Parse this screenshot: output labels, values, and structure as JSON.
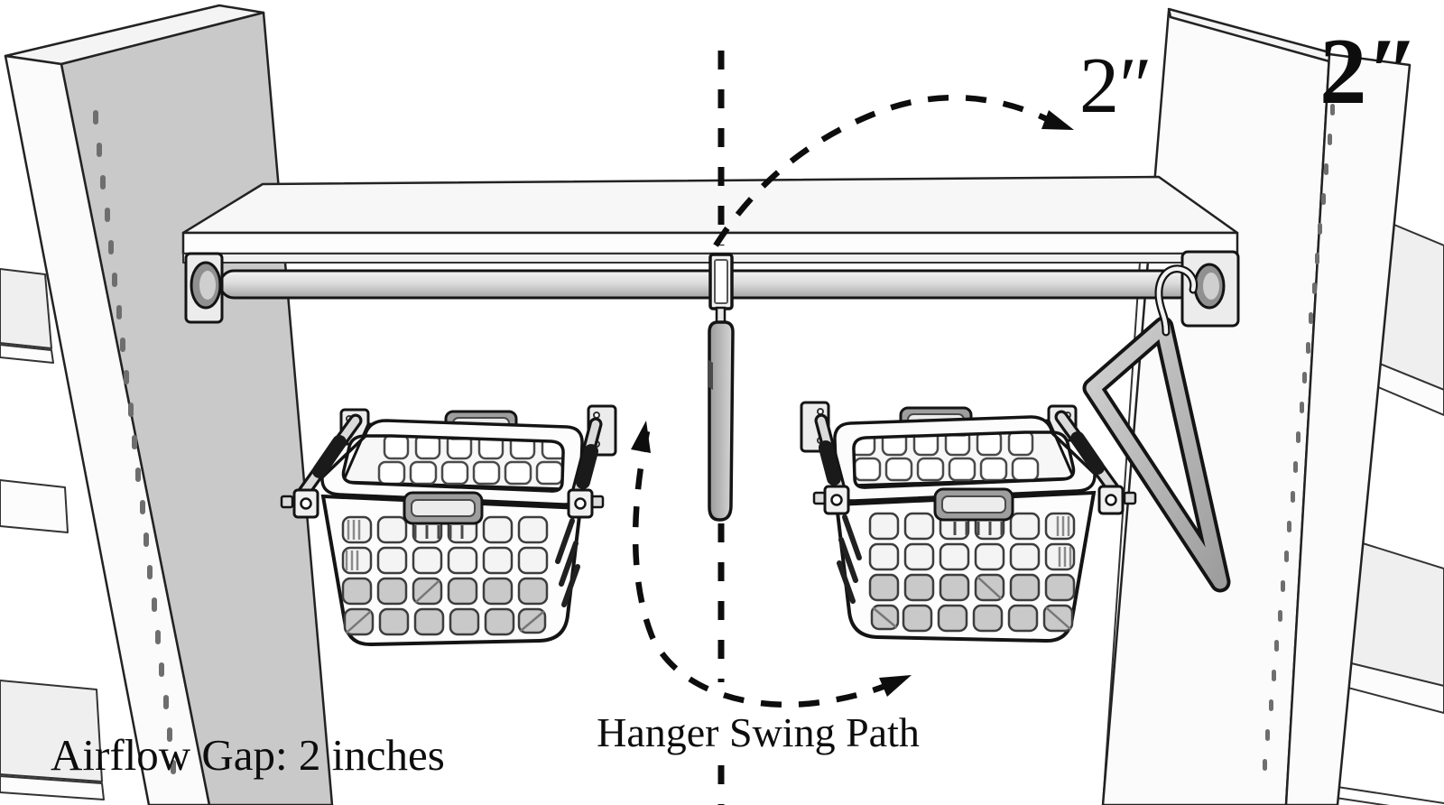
{
  "diagram": {
    "annotations": {
      "arc_dimension": "2″",
      "corner_dimension": "2″",
      "swing_path": "Hanger Swing Path",
      "airflow_gap": "Airflow Gap: 2 inches"
    },
    "colors": {
      "background": "#ffffff",
      "annotation": "#0d0d0d",
      "panel_side": "#c9c9c9",
      "panel_face": "#fbfbfb",
      "shelf_face": "#f7f7f7",
      "hanger_fill": "#b7b7b7",
      "hole_fill": "#c9c9c9"
    }
  }
}
